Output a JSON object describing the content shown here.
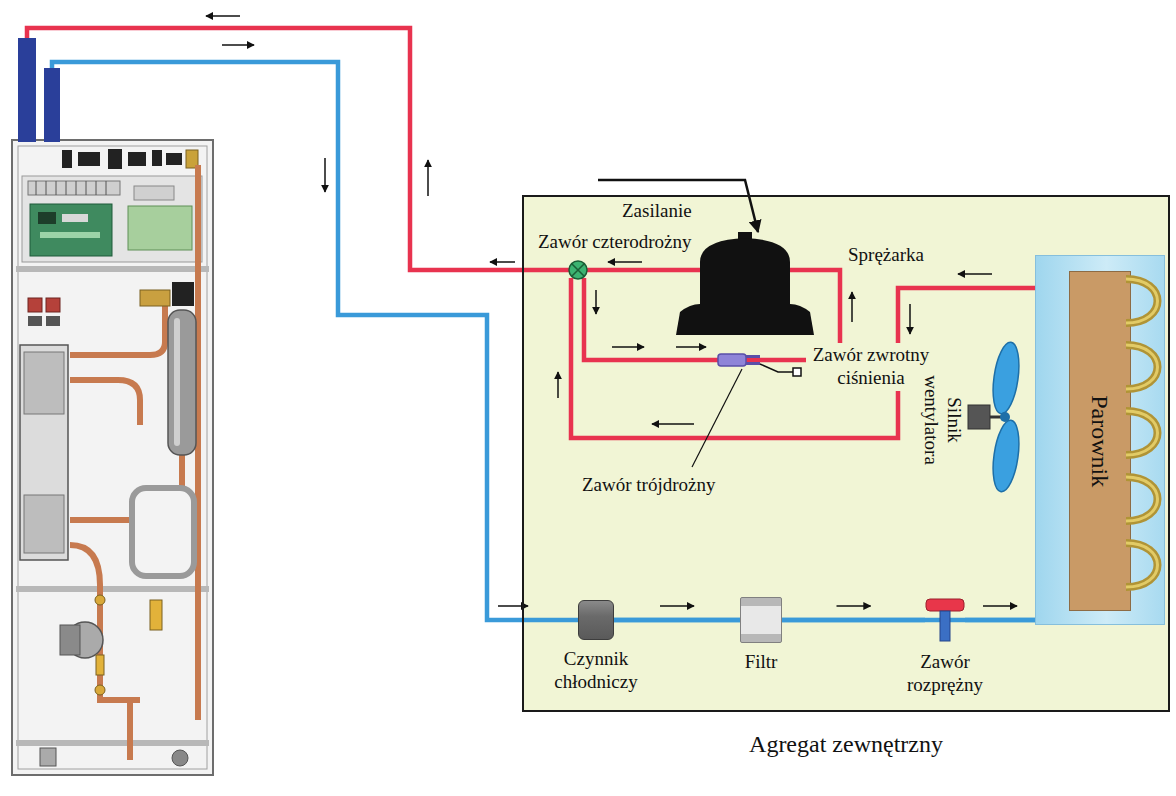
{
  "diagram": {
    "nodes": [
      {
        "text": [
          "Agregat zewnętrzny"
        ]
      },
      {
        "text": [
          "Parownik"
        ],
        "in": 0
      },
      {
        "text": [
          "Czynnik chłodniczy"
        ],
        "in": 0
      },
      {
        "text": [
          "Filtr"
        ],
        "in": 0
      },
      {
        "text": [
          "Zawór rozprężny"
        ],
        "in": 0
      }
    ],
    "edges": [
      {
        "from": 2,
        "to": 3,
        "arrow": "to"
      },
      {
        "from": 3,
        "to": 4,
        "arrow": "to"
      },
      {
        "from": 4,
        "to": 1,
        "arrow": "to"
      }
    ],
    "labels": [
      "Zasilanie",
      "Zawór czterodrożny",
      "Sprężarka",
      "Zawór zwrotny ciśnienia",
      "Silnik wentylatora",
      "Zawór trójdrożny"
    ]
  }
}
